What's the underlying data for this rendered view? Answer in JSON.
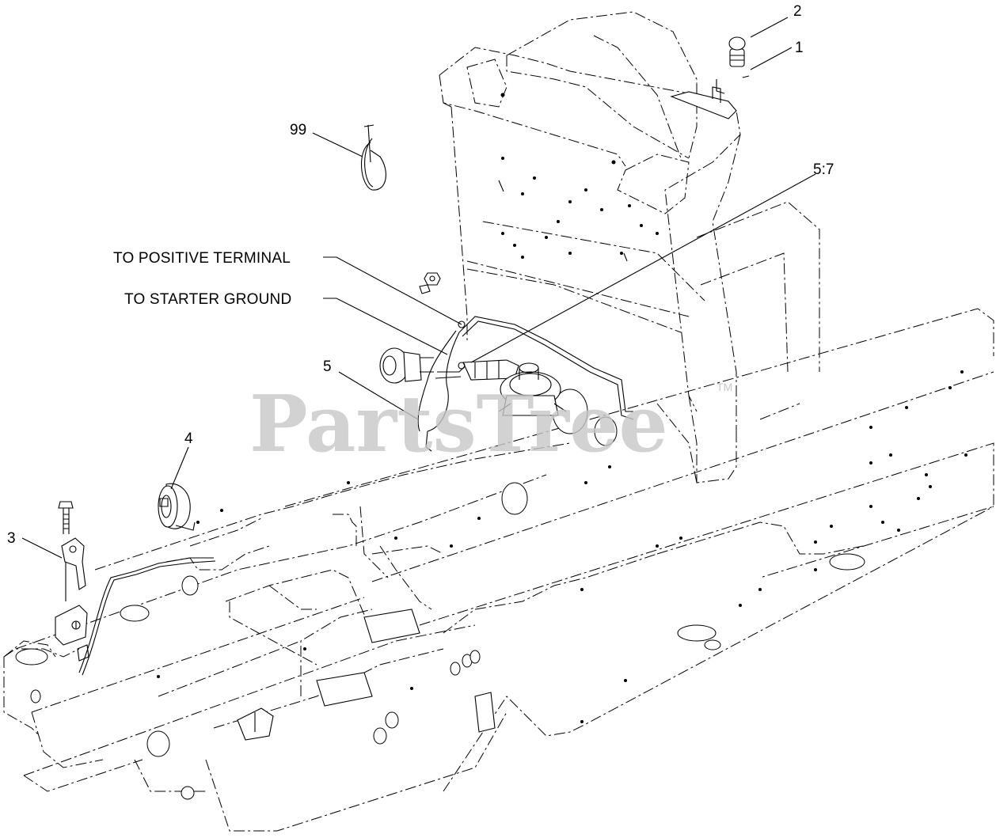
{
  "diagram": {
    "callouts": {
      "c1": "1",
      "c2": "2",
      "c3": "3",
      "c4": "4",
      "c5": "5",
      "c57": "5:7",
      "c99": "99"
    },
    "notes": {
      "positive": "TO POSITIVE TERMINAL",
      "ground": "TO STARTER GROUND"
    },
    "watermark": {
      "text": "PartsTree",
      "tm": "TM"
    }
  },
  "colors": {
    "line": "#000000",
    "watermark": "#c8c8c8",
    "background": "#ffffff"
  }
}
